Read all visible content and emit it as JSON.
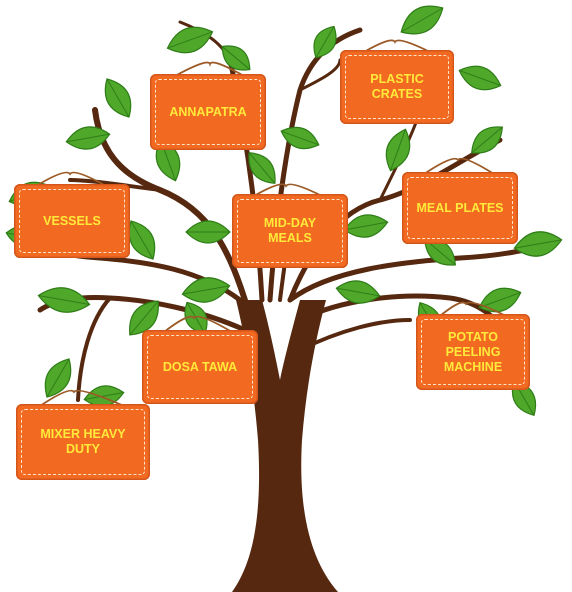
{
  "colors": {
    "trunk": "#55280f",
    "leaf": "#4fa82a",
    "leaf_dark": "#2f7d18",
    "tag_fill": "#f26a21",
    "tag_text": "#ffe93a",
    "string": "#9b5a27"
  },
  "tags": [
    {
      "label": "ANNAPATRA"
    },
    {
      "label": "PLASTIC CRATES"
    },
    {
      "label": "VESSELS"
    },
    {
      "label": "MID-DAY MEALS"
    },
    {
      "label": "MEAL PLATES"
    },
    {
      "label": "DOSA TAWA"
    },
    {
      "label": "POTATO PEELING MACHINE"
    },
    {
      "label": "MIXER HEAVY DUTY"
    }
  ]
}
